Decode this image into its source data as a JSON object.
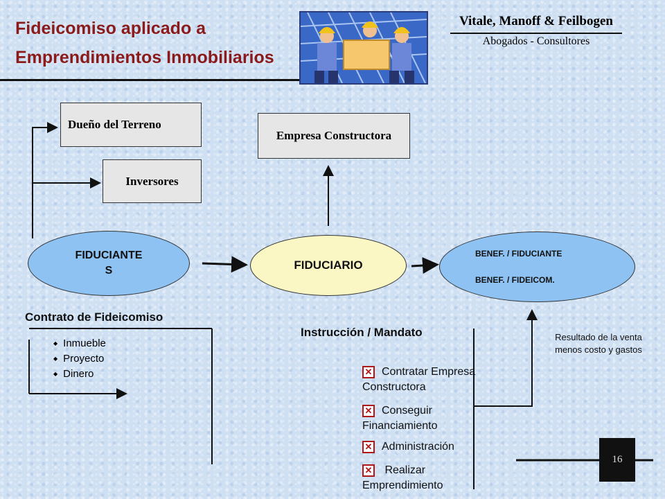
{
  "header": {
    "title_line1": "Fideicomiso aplicado a",
    "title_line2": "Emprendimientos Inmobiliarios",
    "firm_name": "Vitale, Manoff & Feilbogen",
    "firm_subtitle": "Abogados - Consultores"
  },
  "boxes": {
    "dueno": "Dueño del Terreno",
    "inversores": "Inversores",
    "constructora": "Empresa Constructora"
  },
  "ellipses": {
    "fiduciantes_line1": "FIDUCIANTE",
    "fiduciantes_line2": "S",
    "fiduciario": "FIDUCIARIO",
    "benef_line1": "BENEF. / FIDUCIANTE",
    "benef_line2": "BENEF. / FIDEICOM."
  },
  "contrato": {
    "heading": "Contrato de Fideicomiso",
    "items": [
      "Inmueble",
      "Proyecto",
      "Dinero"
    ]
  },
  "instruccion": {
    "heading": "Instrucción / Mandato",
    "items": [
      {
        "line1": "Contratar Empresa",
        "line2": "Constructora"
      },
      {
        "line1": "Conseguir",
        "line2": "Financiamiento"
      },
      {
        "line1": "Administración",
        "line2": ""
      },
      {
        "line1": " Realizar",
        "line2": "Emprendimiento"
      }
    ]
  },
  "resultado": {
    "line1": "Resultado de la venta",
    "line2": "menos costo y gastos"
  },
  "page_number": "16",
  "colors": {
    "title": "#8b1a1a",
    "ellipse_blue": "#8ec2f2",
    "ellipse_yellow": "#fbf7c4",
    "check_red": "#b01818"
  },
  "icons": [
    "construction-workers-clipart",
    "x-checkbox-icon"
  ]
}
